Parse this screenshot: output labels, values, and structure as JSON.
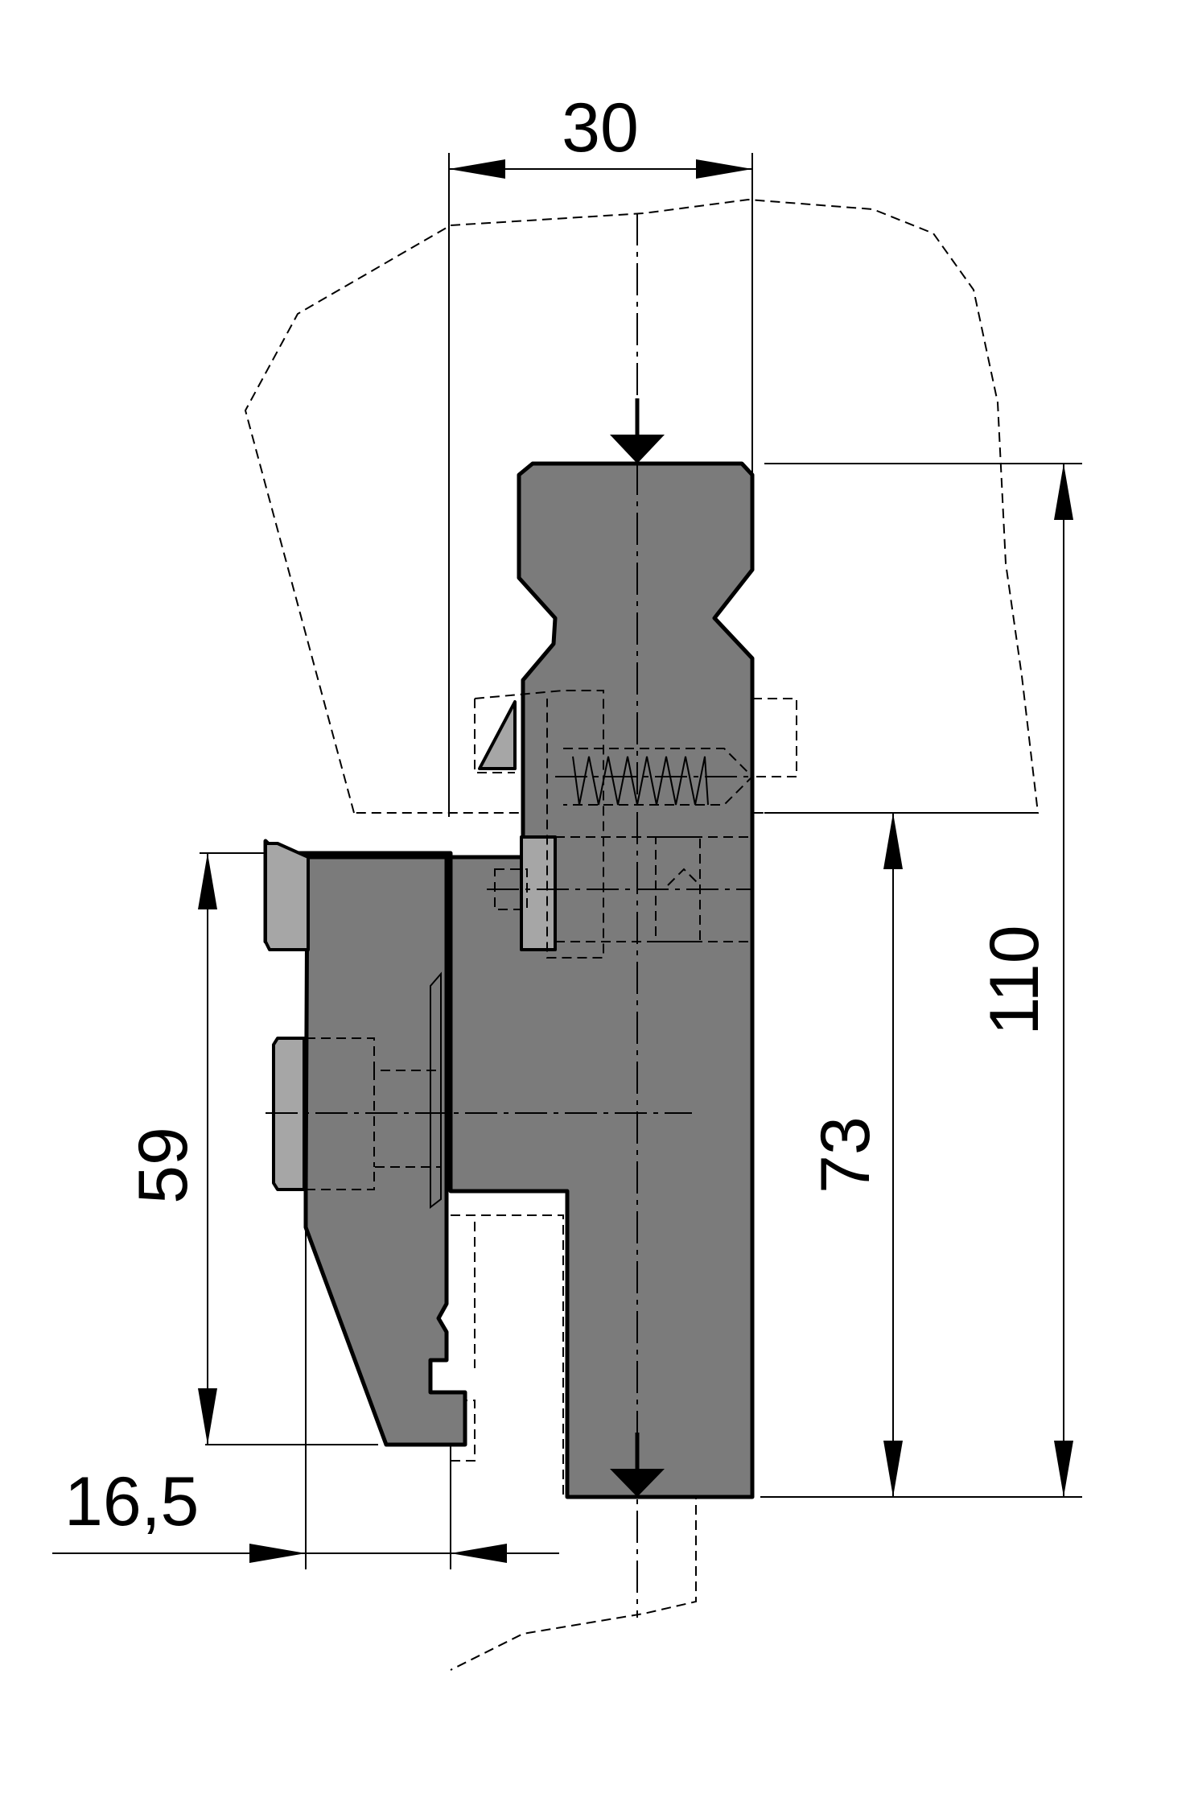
{
  "dimensions": {
    "width_top": "30",
    "height_total": "110",
    "height_lower": "73",
    "height_clamp": "59",
    "offset_bottom": "16,5"
  },
  "colors": {
    "part_fill": "#7b7b7b",
    "part_light_fill": "#a6a6a6",
    "line": "#000000",
    "background": "#ffffff"
  }
}
